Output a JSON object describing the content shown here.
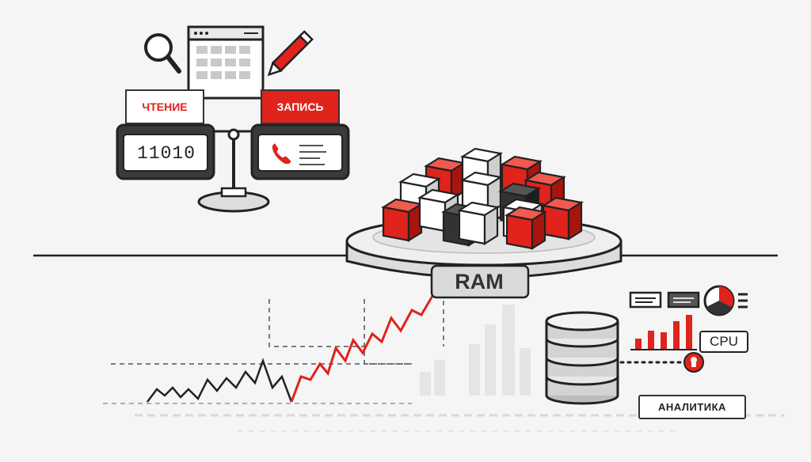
{
  "labels": {
    "read": "ЧТЕНИЕ",
    "write": "ЗАПИСЬ",
    "binary": "11010",
    "ram": "RAM",
    "cpu": "CPU",
    "analytics": "АНАЛИТИКА"
  },
  "colors": {
    "accent_red": "#e0231b",
    "outline": "#2b2b2b",
    "background": "#f5f5f5",
    "light_gray": "#e6e6e6"
  },
  "icons": [
    "search-icon",
    "calendar-window-icon",
    "pencil-icon",
    "phone-icon",
    "list-icon",
    "database-icon",
    "pie-chart-icon",
    "lock-icon"
  ]
}
